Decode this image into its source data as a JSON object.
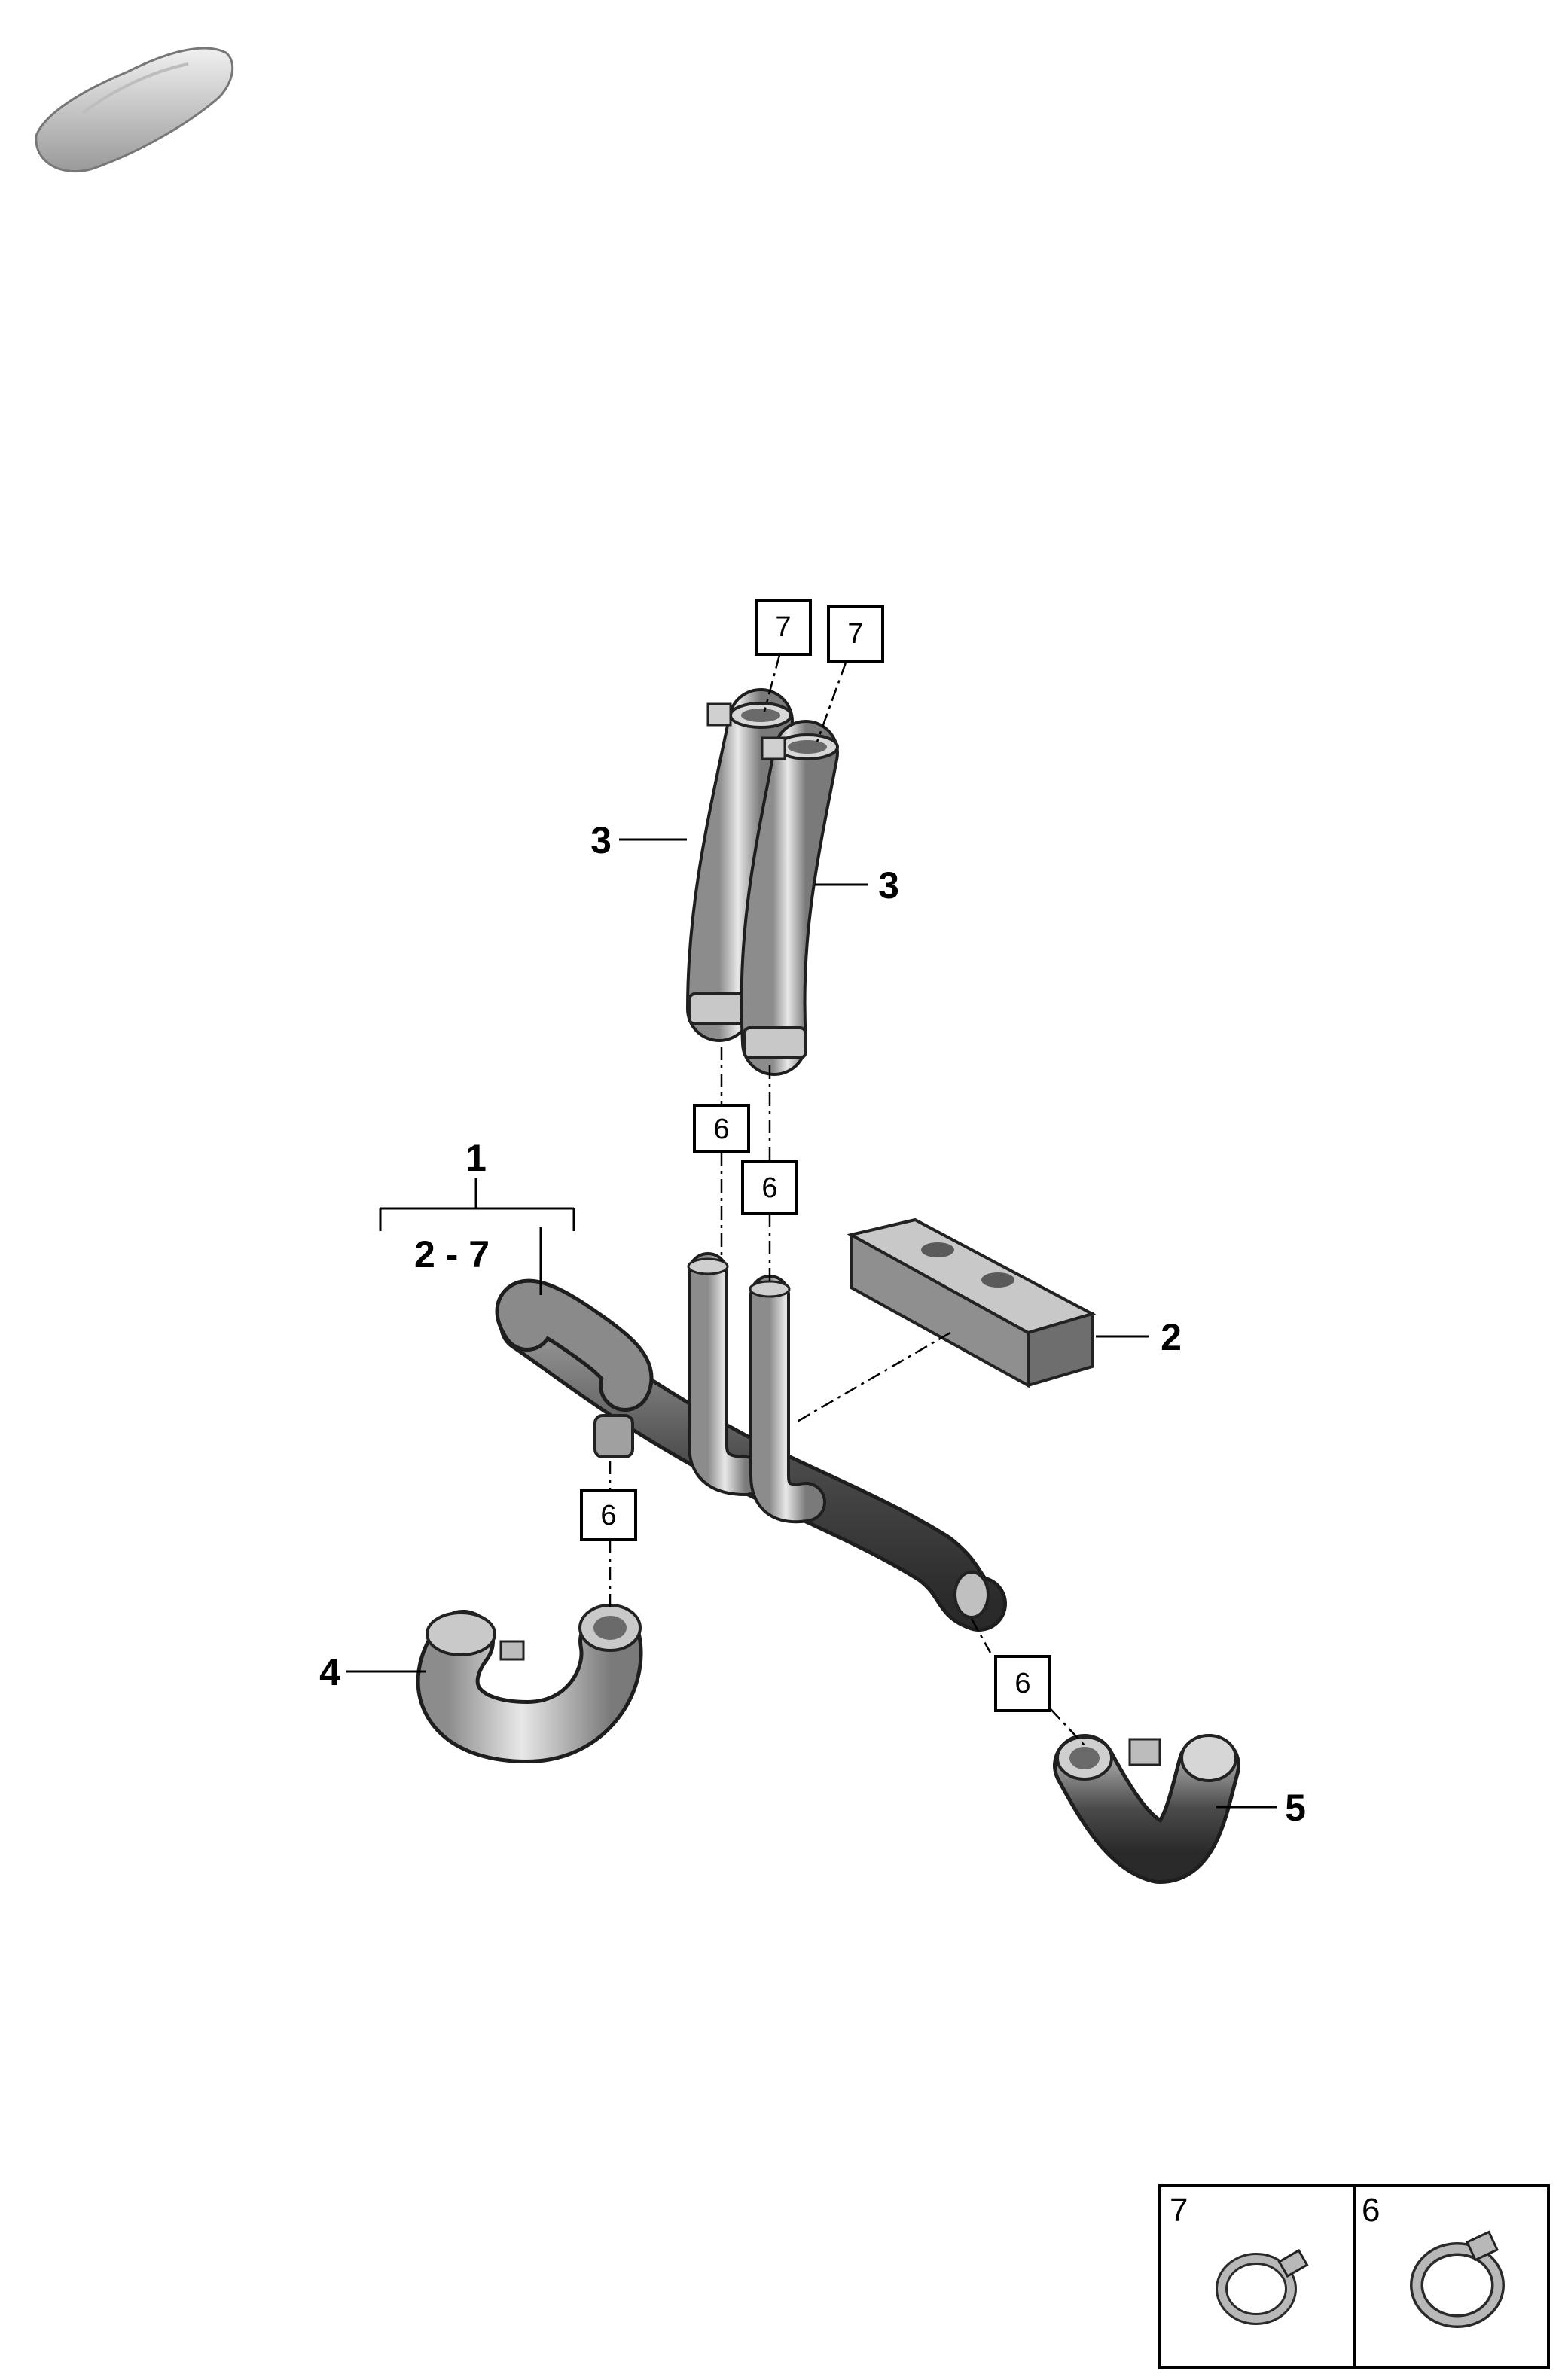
{
  "diagram": {
    "callouts": {
      "assembly_number": "1",
      "assembly_range": "2 - 7",
      "insulator_number": "2",
      "upper_hose_left_number": "3",
      "upper_hose_right_number": "3",
      "bend_hose_number": "4",
      "elbow_hose_number": "5"
    },
    "boxed_callouts": {
      "clamp_top_left": "7",
      "clamp_top_right": "7",
      "clamp_mid_left": "6",
      "clamp_mid_right": "6",
      "clamp_lower_left": "6",
      "clamp_lower_right": "6"
    },
    "legend": [
      {
        "number": "7",
        "icon": "spring-clamp-small-icon"
      },
      {
        "number": "6",
        "icon": "spring-clamp-large-icon"
      }
    ],
    "thumbnail_icon": "vehicle-silhouette-icon",
    "colors": {
      "hose_light": "#d4d4d4",
      "hose_dark": "#5a5a5a",
      "block_face": "#b0b0b0"
    }
  }
}
